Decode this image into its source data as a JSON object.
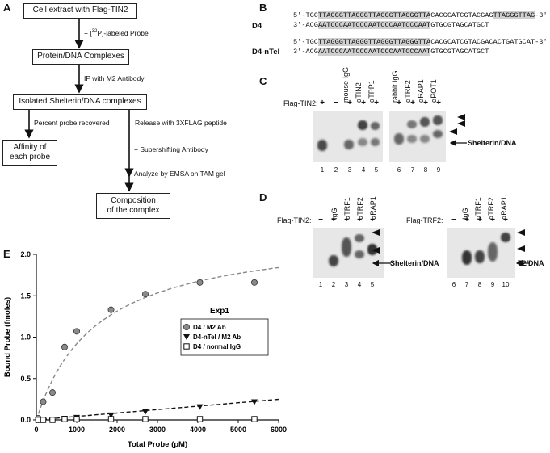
{
  "panel_a": {
    "letter": "A",
    "box_extract": "Cell extract with Flag-TIN2",
    "step_probe_prefix": "+ [",
    "step_probe_sup": "32",
    "step_probe_suffix": "P]-labeled Probe",
    "box_complexes": "Protein/DNA Complexes",
    "step_ip": "IP with M2 Antibody",
    "box_isolated": "Isolated Shelterin/DNA complexes",
    "step_percent": "Percent probe recovered",
    "step_release": "Release with 3XFLAG peptide",
    "box_affinity_l1": "Affinity of",
    "box_affinity_l2": "each probe",
    "step_supershift": "+ Supershifting Antibody",
    "step_analyze": "Analyze by EMSA on TAM gel",
    "box_composition_l1": "Composition",
    "box_composition_l2": "of the complex"
  },
  "panel_b": {
    "letter": "B",
    "d4": {
      "name": "D4",
      "top_a": "5'-TGC",
      "top_hl": "TTAGGGTTAGGGTTAGGGTTAGGGTTA",
      "top_b": "CACGCATCGTACGAG",
      "top_hl2": "TTAGGGTTAG",
      "top_c": "-3'",
      "bot_a": "3'-ACG",
      "bot_hl": "AATCCCAATCCCAATCCCAATCCCAAT",
      "bot_b": "GTGCGTAGCATGCT"
    },
    "d4ntel": {
      "name": "D4-nTel",
      "top_a": "5'-TGC",
      "top_hl": "TTAGGGTTAGGGTTAGGGTTAGGGTTA",
      "top_b": "CACGCATCGTACGACACTGATGCAT-3'",
      "bot_a": "3'-ACG",
      "bot_hl": "AATCCCAATCCCAATCCCAATCCCAAT",
      "bot_b": "GTGCGTAGCATGCT"
    }
  },
  "panel_c": {
    "letter": "C",
    "row_label": "Flag-TIN2:",
    "signs": [
      "+",
      "−",
      "+",
      "+",
      "+",
      "+",
      "+",
      "+",
      "+"
    ],
    "headers": [
      "mouse IgG",
      "αTIN2",
      "αTPP1",
      "rabbit IgG",
      "αTRF2",
      "αRAP1",
      "αPOT1"
    ],
    "lanes": [
      "1",
      "2",
      "3",
      "4",
      "5",
      "6",
      "7",
      "8",
      "9"
    ],
    "band_label": "Shelterin/DNA"
  },
  "panel_d": {
    "letter": "D",
    "left": {
      "row_label": "Flag-TIN2:",
      "signs": [
        "−",
        "+",
        "+",
        "+",
        "+"
      ],
      "headers": [
        "IgG",
        "αTRF1",
        "αTRF2",
        "αRAP1"
      ],
      "lanes": [
        "1",
        "2",
        "3",
        "4",
        "5"
      ],
      "band_label": "Shelterin/DNA"
    },
    "right": {
      "row_label": "Flag-TRF2:",
      "signs": [
        "−",
        "+",
        "+",
        "+",
        "+"
      ],
      "headers": [
        "IgG",
        "αTRF1",
        "αTRF2",
        "αRAP1"
      ],
      "lanes": [
        "6",
        "7",
        "8",
        "9",
        "10"
      ],
      "band_label": "T2/DNA"
    }
  },
  "panel_e": {
    "letter": "E"
  },
  "chart_data": {
    "type": "scatter",
    "title": "",
    "legend_title": "Exp1",
    "legend_placement": "right",
    "xlabel": "Total Probe (pM)",
    "ylabel": "Bound Probe (fmoles)",
    "xlim": [
      0,
      6000
    ],
    "ylim": [
      0,
      2.0
    ],
    "xticks": [
      "0",
      "1000",
      "2000",
      "3000",
      "4000",
      "5000",
      "6000"
    ],
    "yticks": [
      "0.0",
      "0.5",
      "1.0",
      "1.5",
      "2.0"
    ],
    "series": [
      {
        "name": "D4 / M2 Ab",
        "marker": "circle",
        "color": "#8a8a8a",
        "x": [
          50,
          170,
          400,
          700,
          1000,
          1850,
          2700,
          4050,
          5400
        ],
        "y": [
          0.02,
          0.22,
          0.33,
          0.88,
          1.07,
          1.33,
          1.52,
          1.66,
          1.66
        ]
      },
      {
        "name": "D4-nTel / M2 Ab",
        "marker": "triangle-down",
        "color": "#111111",
        "x": [
          50,
          170,
          400,
          700,
          1000,
          1850,
          2700,
          4050,
          5400
        ],
        "y": [
          0.0,
          0.0,
          0.01,
          0.02,
          0.03,
          0.06,
          0.1,
          0.16,
          0.22
        ]
      },
      {
        "name": "D4 / normal IgG",
        "marker": "square-open",
        "color": "#111111",
        "x": [
          50,
          170,
          400,
          700,
          1000,
          1850,
          2700,
          4050,
          5400
        ],
        "y": [
          0.0,
          0.0,
          0.0,
          0.01,
          0.01,
          0.01,
          0.01,
          0.01,
          0.01
        ]
      }
    ],
    "fits": [
      {
        "series": "D4 / M2 Ab",
        "color": "#888888",
        "model": "hyperbolic",
        "bmax": 2.3,
        "kd": 1500
      },
      {
        "series": "D4-nTel / M2 Ab",
        "color": "#111111",
        "model": "linear",
        "slope": 4.15e-05
      }
    ]
  }
}
